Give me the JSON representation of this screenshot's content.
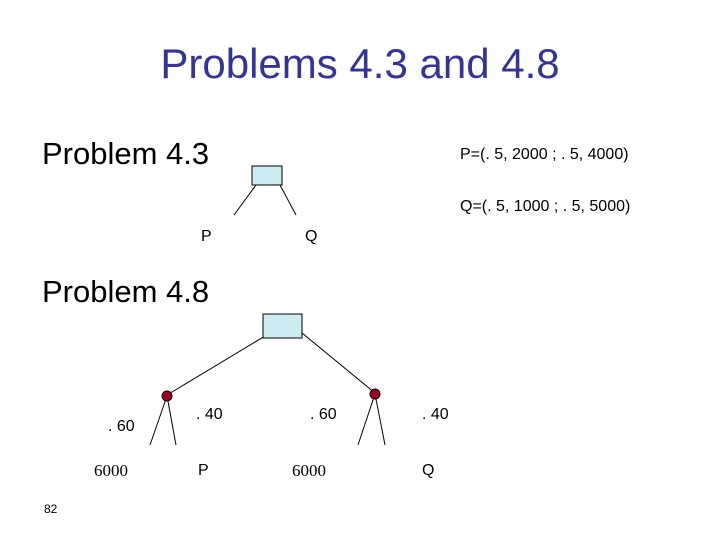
{
  "title": "Problems 4.3 and 4.8",
  "problem_43": {
    "heading": "Problem 4.3",
    "p_definition": "P=(. 5, 2000 ; . 5, 4000)",
    "q_definition": "Q=(. 5, 1000 ; . 5, 5000)",
    "left_label": "P",
    "right_label": "Q"
  },
  "problem_48": {
    "heading": "Problem 4.8",
    "left_branch": {
      "prob_a": ". 60",
      "prob_b": ". 40",
      "outcome_a": "6000",
      "outcome_b": "P"
    },
    "right_branch": {
      "prob_a": ". 60",
      "prob_b": ". 40",
      "outcome_a": "6000",
      "outcome_b": "Q"
    }
  },
  "slide_number": "82",
  "colors": {
    "title": "#333399",
    "decision_node_fill": "#ccecf2",
    "chance_node_fill": "#a0001e",
    "line": "#000000"
  }
}
